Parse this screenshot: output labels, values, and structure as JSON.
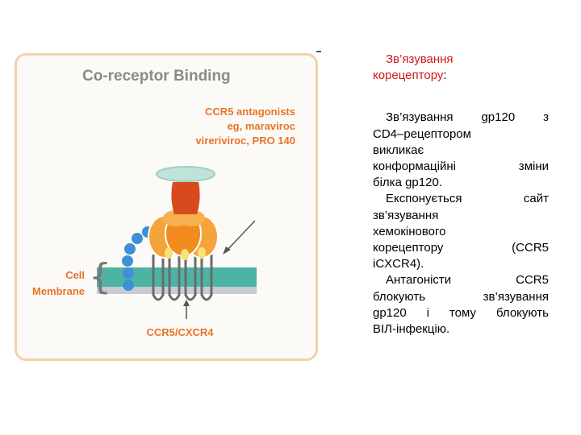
{
  "figure": {
    "title": "Co-receptor Binding",
    "antagonists_lines": [
      "CCR5 antagonists",
      "eg, maraviroc",
      "vireriviroc, PRO 140"
    ],
    "membrane_lines": [
      "Cell",
      "Membrane"
    ],
    "receptor_label": "CCR5/CXCR4"
  },
  "text": {
    "heading_line1": "Зв’язування",
    "heading_line2": "корецептору",
    "heading_colon": ":",
    "body_lines": [
      "Зв’язування gp120 з",
      "CD4–рецептором",
      "викликає",
      "конформаційні зміни",
      "білка gp120.",
      "Експонується сайт",
      "зв’язування",
      "хемокінового",
      "корецептору (CCR5",
      "іCXCR4).",
      "Антагоністи CCR5",
      "блокують зв’язування",
      "gp120 і тому блокують",
      "ВІЛ-інфекцію."
    ]
  },
  "colors": {
    "accent_orange": "#e8742a",
    "heading_red": "#d01818",
    "membrane_teal": "#4db3a5",
    "panel_border": "#f0d3a8"
  }
}
